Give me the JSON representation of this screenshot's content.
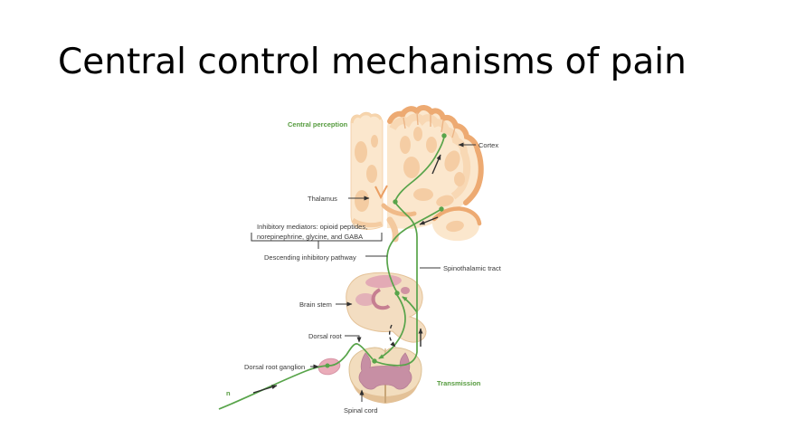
{
  "title": "Central control mechanisms of pain",
  "diagram": {
    "stage_labels": {
      "central_perception": "Central perception",
      "transmission": "Transmission"
    },
    "labels": {
      "cortex": "Cortex",
      "thalamus": "Thalamus",
      "inhibitory_mediators_line1": "Inhibitory mediators: opioid peptides,",
      "inhibitory_mediators_line2": "norepinephrine, glycine, and GABA",
      "descending_pathway": "Descending inhibitory pathway",
      "spinothalamic_tract": "Spinothalamic tract",
      "brain_stem": "Brain stem",
      "dorsal_root": "Dorsal root",
      "dorsal_root_ganglion": "Dorsal root ganglion",
      "spinal_cord": "Spinal cord",
      "cropped_fragment": "n"
    },
    "colors": {
      "pathway_green": "#58a44a",
      "stage_label_green": "#559b3e",
      "label_text": "#3a3a3a",
      "cortex_rim_orange": "#edaa72",
      "cortex_inner_band": "#f8d8b4",
      "brain_fill": "#fbe7cd",
      "brain_patch": "#f4cca2",
      "brainstem_fill": "#f3ddc1",
      "brainstem_pink": "#e3aab5",
      "brainstem_rose": "#c67f91",
      "gray_matter_pink": "#c78fa4",
      "ganglion_pink": "#eaacb9",
      "spinal_cord_fill": "#f2ddbe",
      "title_color": "#000000",
      "background": "#ffffff"
    }
  }
}
